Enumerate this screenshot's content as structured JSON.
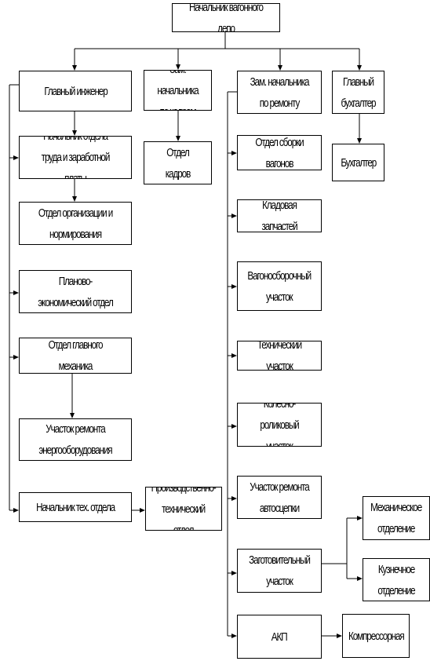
{
  "nodes": {
    "director": "Начальник вагонного депо",
    "chief_engineer": "Главный инженер",
    "deputy_staff": "Зам. начальника по кадрам",
    "deputy_repair": "Зам. начальника по ремонту",
    "chief_accountant": "Главный бухгалтер",
    "labor_head": "Начальник отдела труда и заработной платы",
    "hr_dept": "Отдел кадров",
    "accountant": "Бухгалтер",
    "org_dept": "Отдел организации и нормирования",
    "planning_dept": "Планово-экономический отдел",
    "mechanic_dept": "Отдел главного механика",
    "energy_section": "Участок ремонта энергооборудования",
    "tech_head": "Начальник тех. отдела",
    "production_dept": "Производственно-технический отдел",
    "assembly_dept": "Отдел сборки вагонов",
    "spare_parts": "Кладовая запчастей",
    "carriage_section": "Вагоносборочный участок",
    "tech_section": "Технический участок",
    "wheel_section": "Колесно-роликовый участок",
    "brake_section": "Участок ремонта автосцепки",
    "procurement_section": "Заготовительный участок",
    "mechanical_branch": "Механическое отделение",
    "forge_branch": "Кузнечное отделение",
    "akp": "АКП",
    "compressor": "Компрессорная"
  }
}
